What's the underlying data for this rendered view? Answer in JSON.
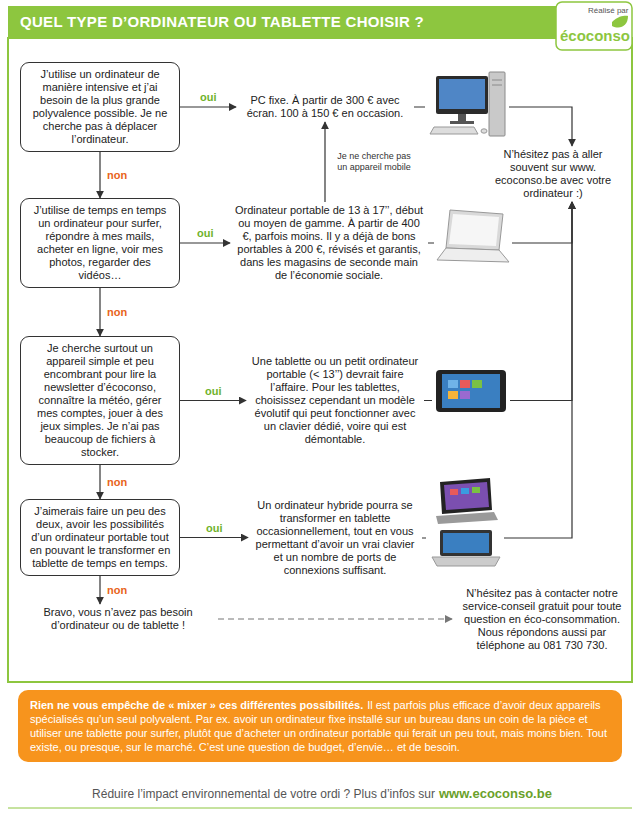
{
  "diagram": {
    "title": "QUEL TYPE D’ORDINATEUR OU TABLETTE CHOISIR ?",
    "nodes": [
      {
        "text": [
          "J’utilise un ordinateur de manière intensive et j’ai besoin de la plus grande polyvalence possible. Je ne cherche pas à déplacer l’ordinateur."
        ]
      },
      {
        "text": [
          "PC fixe. À partir de 300 € avec écran. 100 à 150 € en occasion."
        ]
      },
      {
        "text": [
          "N’hésitez pas à aller souvent sur www. ecoconso.be avec votre ordinateur :)"
        ]
      },
      {
        "text": [
          "J’utilise de temps en temps un ordinateur pour surfer, répondre à mes mails, acheter en ligne, voir mes photos, regarder des vidéos…"
        ]
      },
      {
        "text": [
          "Ordinateur portable de 13 à 17’’, début ou moyen de gamme. À partir de 400 €, parfois moins. Il y a déjà de bons portables à 200 €, révisés et garantis, dans les magasins de seconde main de l’économie sociale."
        ]
      },
      {
        "text": [
          "Je cherche surtout un appareil simple et peu encombrant pour lire la newsletter d’écoconso, connaître la météo, gérer mes comptes, jouer à des jeux simples. Je n’ai pas beaucoup de fichiers à stocker."
        ]
      },
      {
        "text": [
          "Une tablette ou un petit ordinateur portable (< 13’’) devrait faire l’affaire. Pour les tablettes, choisissez cependant un modèle évolutif qui peut fonctionner avec un clavier dédié, voire qui est démontable."
        ]
      },
      {
        "text": [
          "J’aimerais faire un peu des deux, avoir les possibilités d’un ordinateur portable tout en pouvant le transformer en tablette de temps en temps."
        ]
      },
      {
        "text": [
          "Un ordinateur hybride pourra se transformer en tablette occasionnellement, tout en vous permettant d’avoir un vrai clavier et un nombre de ports de connexions suffisant."
        ]
      },
      {
        "text": [
          "Bravo, vous n’avez pas besoin d’ordinateur ou de tablette !"
        ]
      },
      {
        "text": [
          "N’hésitez pas à contacter notre service-conseil gratuit pour toute question en éco-consommation. Nous répondons aussi par téléphone au 081 730 730."
        ]
      },
      {
        "text": [
          "Rien ne vous empêche de « mixer » ces différentes possibilités.",
          "Il est parfois plus efficace d’avoir deux appareils spécialisés qu’un seul polyvalent. Par ex. avoir un ordinateur fixe installé sur un bureau dans un coin de la pièce et utiliser une tablette pour surfer, plutôt que d’acheter un ordinateur portable qui ferait un peu tout, mais moins bien. Tout existe, ou presque, sur le marché. C’est une question de budget, d’envie… et de besoin."
        ]
      }
    ],
    "edges": [
      {
        "from": 0,
        "to": 1,
        "label": "oui",
        "arrow": "to"
      },
      {
        "from": 0,
        "to": 3,
        "label": "non",
        "arrow": "to"
      },
      {
        "from": 1,
        "to": 2,
        "arrow": "to"
      },
      {
        "from": 3,
        "to": 4,
        "label": "oui",
        "arrow": "to"
      },
      {
        "from": 3,
        "to": 5,
        "label": "non",
        "arrow": "to"
      },
      {
        "from": 4,
        "to": 1,
        "label": "Je ne cherche pas un appareil mobile",
        "arrow": "to"
      },
      {
        "from": 4,
        "to": 2,
        "arrow": "to"
      },
      {
        "from": 5,
        "to": 6,
        "label": "oui",
        "arrow": "to"
      },
      {
        "from": 5,
        "to": 7,
        "label": "non",
        "arrow": "to"
      },
      {
        "from": 6,
        "to": 2,
        "arrow": "to"
      },
      {
        "from": 7,
        "to": 8,
        "label": "oui",
        "arrow": "to"
      },
      {
        "from": 7,
        "to": 9,
        "label": "non",
        "arrow": "to"
      },
      {
        "from": 8,
        "to": 2,
        "arrow": "to"
      },
      {
        "from": 9,
        "to": 10,
        "arrow": "to"
      }
    ],
    "labels": [
      "Réalisé par",
      "écoconso",
      "Réduire l’impact environnemental de votre ordi ? Plus d’infos sur",
      "www.ecoconso.be"
    ]
  }
}
